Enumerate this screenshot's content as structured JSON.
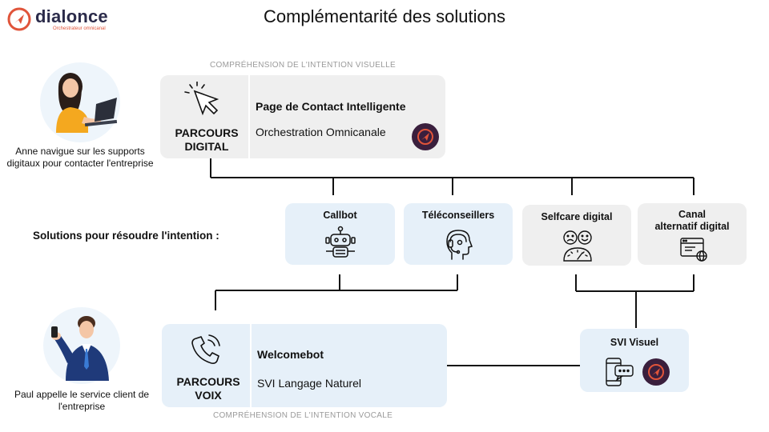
{
  "brand": {
    "name": "dialonce",
    "tagline": "Orchestrateur omnicanal",
    "accent": "#e0543a",
    "dark": "#3a1f3d"
  },
  "title": "Complémentarité des solutions",
  "captions": {
    "top": "COMPRÉHENSION DE L'INTENTION VISUELLE",
    "bottom": "COMPRÉHENSION DE L'INTENTION VOCALE"
  },
  "personas": {
    "anne": {
      "text": "Anne navigue sur les supports digitaux pour contacter l'entreprise",
      "icon": "woman-laptop-icon"
    },
    "paul": {
      "text": "Paul appelle le service client de l'entreprise",
      "icon": "man-phone-icon"
    }
  },
  "digital": {
    "label_line1": "PARCOURS",
    "label_line2": "DIGITAL",
    "heading": "Page de Contact Intelligente",
    "sub": "Orchestration Omnicanale",
    "icon": "cursor-click-icon"
  },
  "voice": {
    "label_line1": "PARCOURS",
    "label_line2": "VOIX",
    "heading": "Welcomebot",
    "sub": "SVI Langage Naturel",
    "icon": "phone-ringing-icon"
  },
  "solutions_label": "Solutions pour résoudre l'intention :",
  "solutions": [
    {
      "title": "Callbot",
      "icon": "robot-icon"
    },
    {
      "title": "Téléconseillers",
      "icon": "headset-agent-icon"
    },
    {
      "title": "Selfcare digital",
      "icon": "smileys-gauge-icon"
    },
    {
      "title_line1": "Canal",
      "title_line2": "alternatif digital",
      "icon": "browser-globe-icon"
    }
  ],
  "svi": {
    "title": "SVI Visuel",
    "icon": "smartphone-chat-icon"
  },
  "colors": {
    "grey_box": "#efefef",
    "blue_box": "#e6f0f9",
    "connector": "#111111"
  }
}
